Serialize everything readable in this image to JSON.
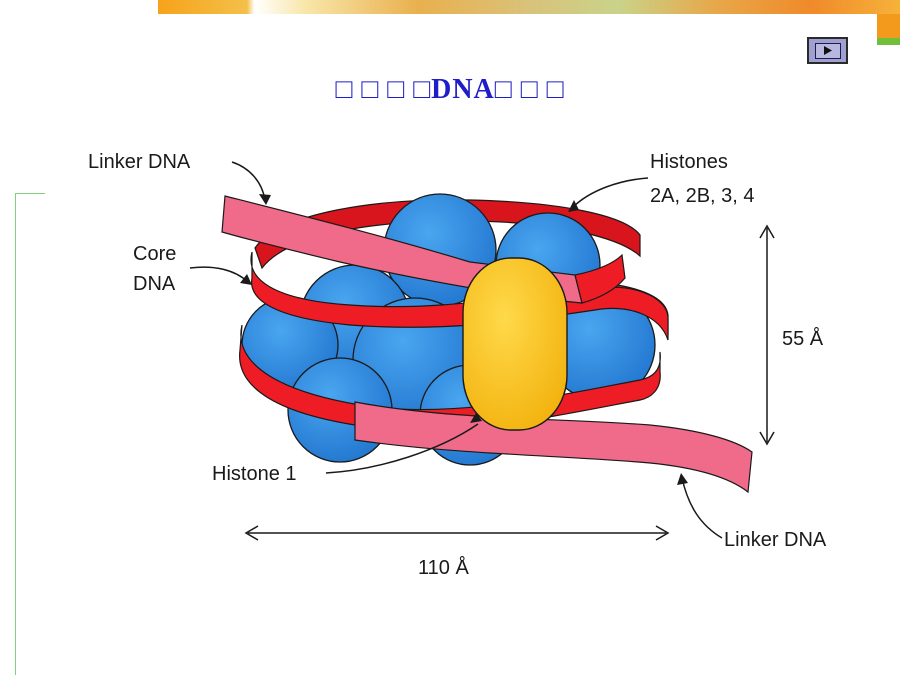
{
  "slide": {
    "title": "□ □ □ □DNA□ □ □"
  },
  "controls": {
    "play_icon": "play-icon"
  },
  "diagram": {
    "labels": {
      "linker_dna_top": "Linker DNA",
      "histones_line1": "Histones",
      "histones_line2": "2A, 2B, 3, 4",
      "core_line1": "Core",
      "core_line2": "DNA",
      "dim_height": "55 Å",
      "histone1": "Histone 1",
      "linker_dna_bottom": "Linker DNA",
      "dim_width": "110 Å"
    },
    "colors": {
      "core_dna": "#ee1c24",
      "linker_dna": "#f06a8a",
      "histone_octamer": "#2f8fe0",
      "histone1": "#f7c51c"
    }
  }
}
